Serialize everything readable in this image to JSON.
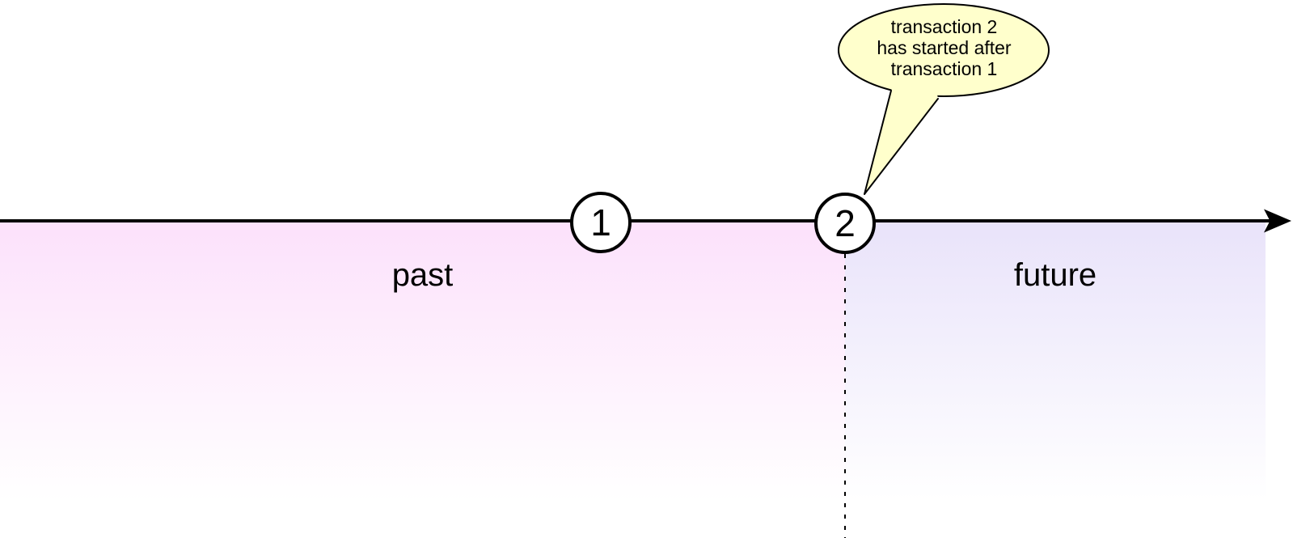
{
  "diagram": {
    "type": "timeline",
    "axis": {
      "orientation": "horizontal",
      "arrow_direction": "right"
    },
    "events": [
      {
        "label": "1"
      },
      {
        "label": "2"
      }
    ],
    "regions": {
      "past": {
        "label": "past",
        "color_top": "#fce1fb"
      },
      "future": {
        "label": "future",
        "color_top": "#e9e3fa"
      }
    },
    "callout": {
      "text": "transaction 2\nhas started after\ntransaction 1",
      "fill_color": "#ffffcc"
    },
    "colors": {
      "line": "#000000",
      "marker_fill": "#ffffff",
      "background": "#ffffff"
    }
  }
}
